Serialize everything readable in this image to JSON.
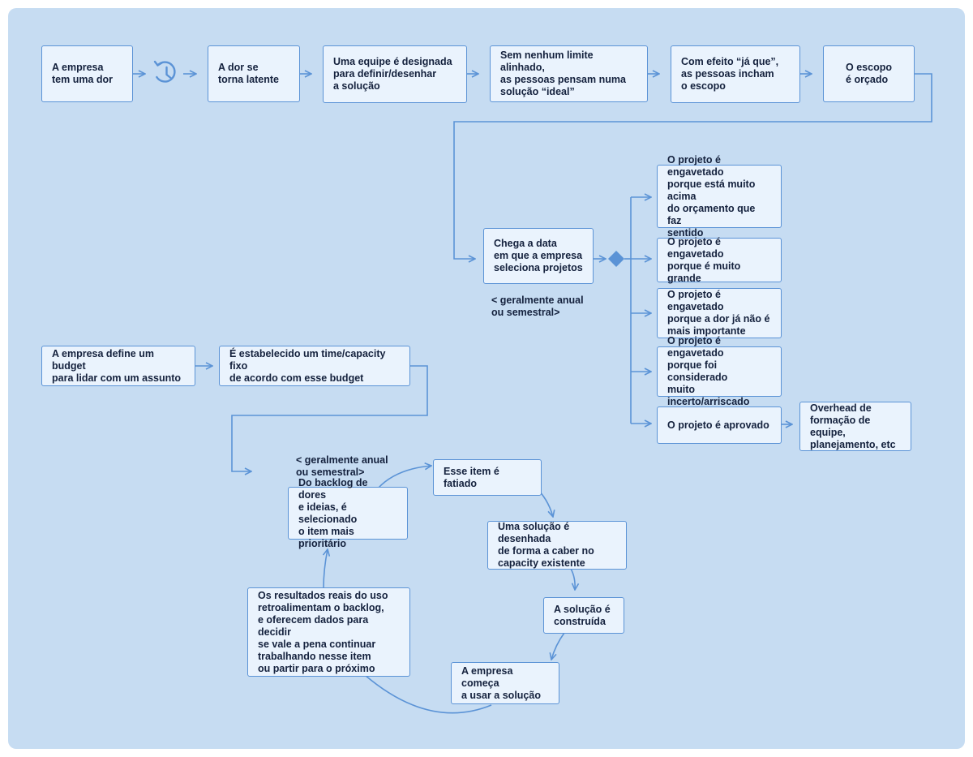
{
  "colors": {
    "background": "#c6dcf2",
    "box_fill": "#eaf3fd",
    "box_border": "#5b93d6",
    "connector": "#5b93d6",
    "text": "#14213d"
  },
  "icons": {
    "time_icon": "history-clock-icon",
    "decision": "diamond-decision-icon"
  },
  "flow_top": {
    "pain": "A empresa\ntem uma dor",
    "latent": "A dor se\ntorna latente",
    "team": "Uma equipe é designada\npara definir/desenhar\na solução",
    "ideal": "Sem nenhum limite alinhado,\nas pessoas pensam numa\nsolução “ideal”",
    "inflate": "Com efeito “já que”,\nas pessoas incham\no escopo",
    "budget": "O escopo\né orçado",
    "select_date": "Chega a data\nem que a empresa\nseleciona projetos",
    "note_period": "< geralmente anual\nou semestral>"
  },
  "outcomes": {
    "over_budget": "O projeto é engavetado\nporque está muito acima\ndo orçamento que faz\nsentido",
    "too_big": "O projeto é engavetado\nporque é muito grande",
    "not_important": "O projeto é engavetado\nporque a dor já não é\nmais importante",
    "too_risky": "O projeto é engavetado\nporque foi considerado\nmuito incerto/arriscado",
    "approved": "O projeto é aprovado",
    "overhead": "Overhead de\nformação de equipe,\nplanejamento, etc"
  },
  "flow_bottom": {
    "define_budget": "A empresa define um budget\npara lidar com um assunto",
    "fixed_team": "É estabelecido um time/capacity fixo\nde acordo com esse budget",
    "note_period": "< geralmente anual\nou semestral>"
  },
  "cycle": {
    "select_item": "Do backlog de dores\ne ideias, é selecionado\no item mais prioritário",
    "slice": "Esse item é fatiado",
    "design": "Uma solução é desenhada\nde forma a caber no\ncapacity existente",
    "build": "A solução é\nconstruída",
    "use": "A empresa começa\na usar a solução",
    "feedback": "Os resultados reais do uso\nretroalimentam o backlog,\ne oferecem dados para decidir\nse vale a pena continuar\ntrabalhando nesse item\nou partir para o próximo"
  }
}
